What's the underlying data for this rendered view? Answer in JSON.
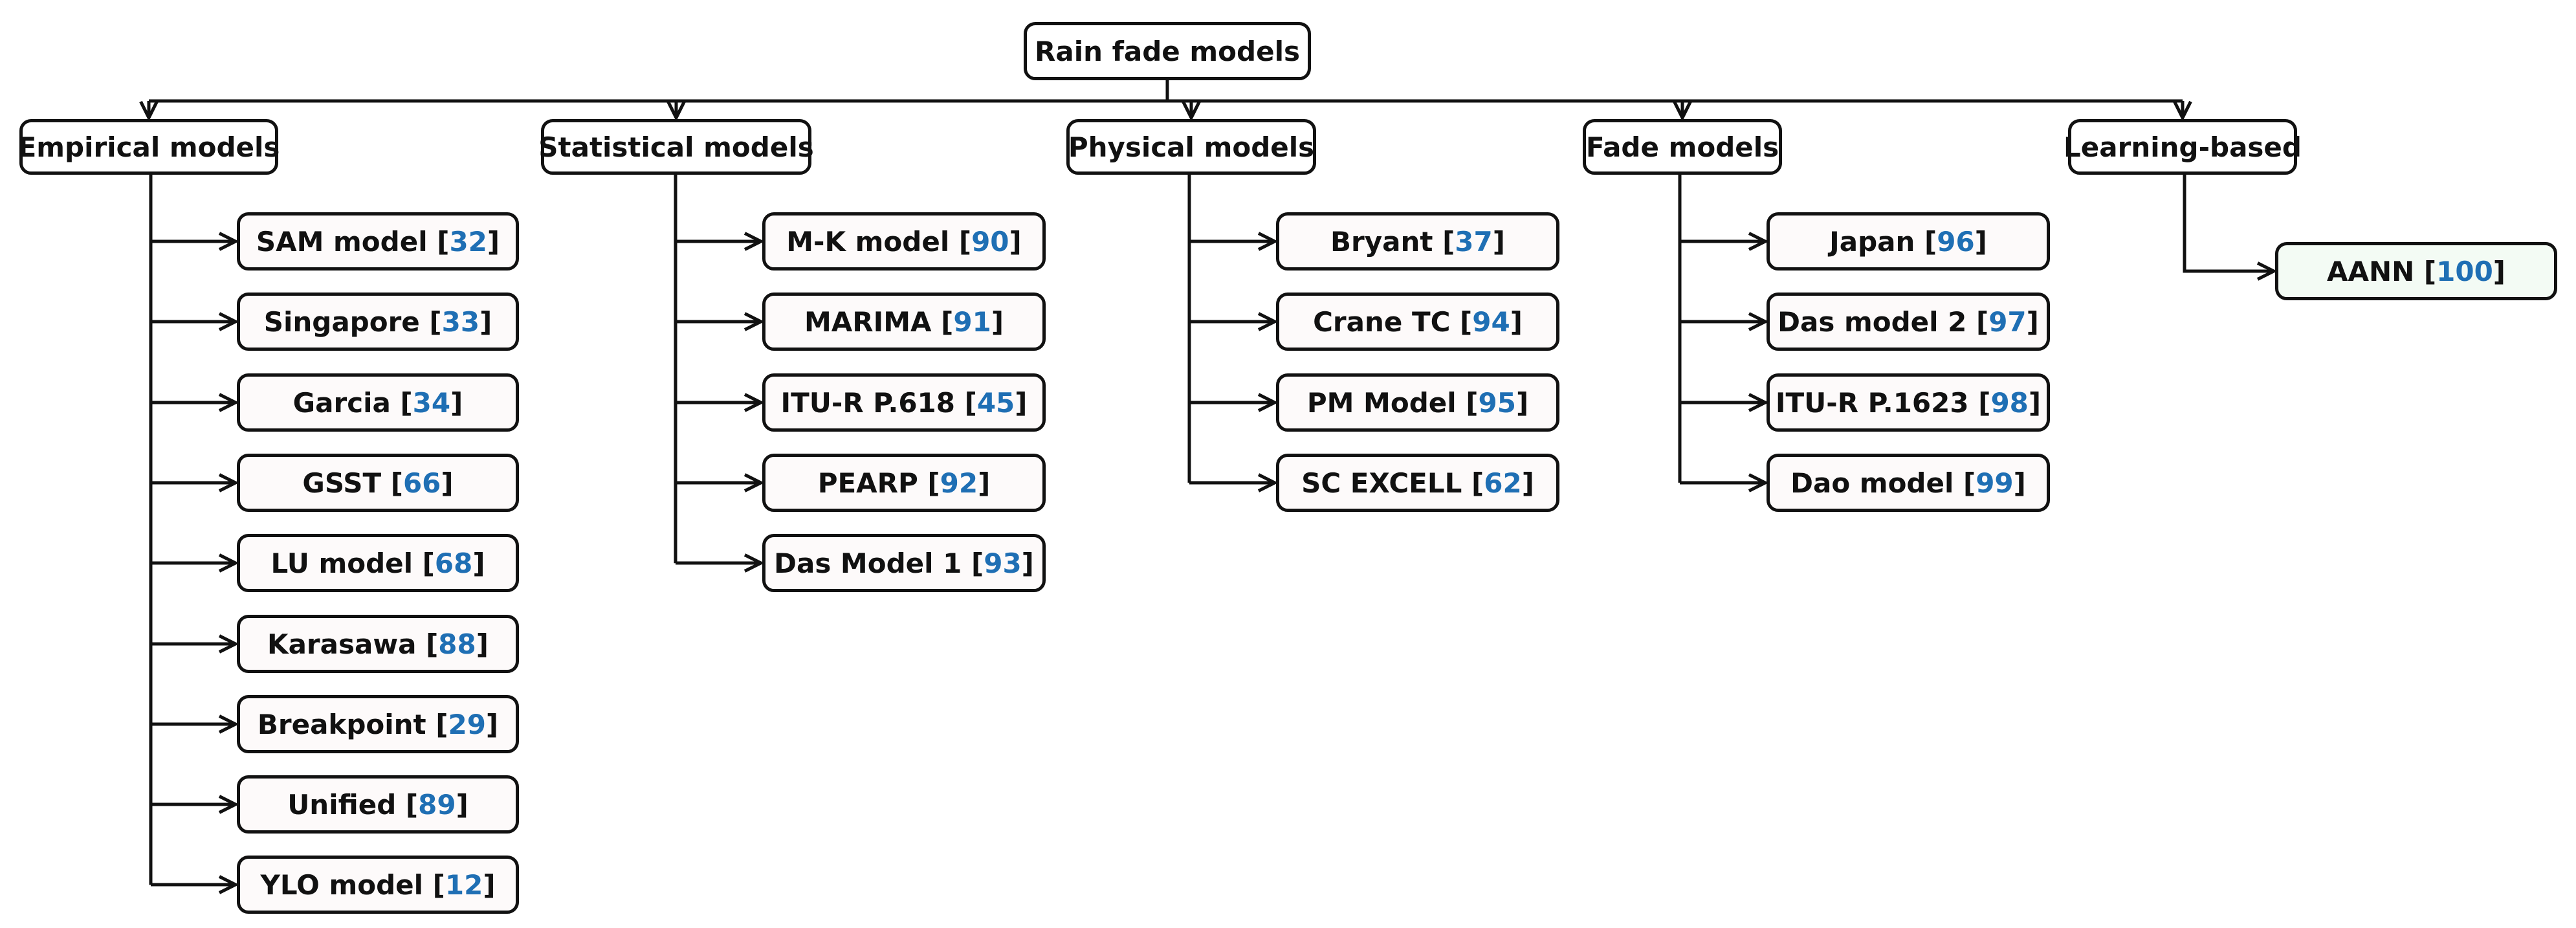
{
  "root": {
    "label": "Rain fade models"
  },
  "categories": [
    {
      "label": "Empirical models",
      "children": [
        {
          "name": "SAM model",
          "ref": "32"
        },
        {
          "name": "Singapore",
          "ref": "33"
        },
        {
          "name": "Garcia",
          "ref": "34"
        },
        {
          "name": "GSST",
          "ref": "66"
        },
        {
          "name": "LU model",
          "ref": "68"
        },
        {
          "name": "Karasawa",
          "ref": "88"
        },
        {
          "name": "Breakpoint",
          "ref": "29"
        },
        {
          "name": "Unified",
          "ref": "89"
        },
        {
          "name": "YLO model",
          "ref": "12"
        }
      ]
    },
    {
      "label": "Statistical models",
      "children": [
        {
          "name": "M-K model",
          "ref": "90"
        },
        {
          "name": "MARIMA",
          "ref": "91"
        },
        {
          "name": "ITU-R P.618",
          "ref": "45"
        },
        {
          "name": "PEARP",
          "ref": "92"
        },
        {
          "name": "Das Model 1",
          "ref": "93"
        }
      ]
    },
    {
      "label": "Physical models",
      "children": [
        {
          "name": "Bryant",
          "ref": "37"
        },
        {
          "name": "Crane TC",
          "ref": "94"
        },
        {
          "name": "PM Model",
          "ref": "95"
        },
        {
          "name": "SC EXCELL",
          "ref": "62"
        }
      ]
    },
    {
      "label": "Fade models",
      "children": [
        {
          "name": "Japan",
          "ref": "96"
        },
        {
          "name": "Das model 2",
          "ref": "97"
        },
        {
          "name": "ITU-R P.1623",
          "ref": "98"
        },
        {
          "name": "Dao model",
          "ref": "99"
        }
      ]
    },
    {
      "label": "Learning-based",
      "children": [
        {
          "name": "AANN",
          "ref": "100"
        }
      ]
    }
  ],
  "colors": {
    "line": "#111111",
    "ref": "#1f6fb4",
    "leaf_bg": "#fdfafa",
    "leaf_green_bg": "#f3fbf4"
  }
}
